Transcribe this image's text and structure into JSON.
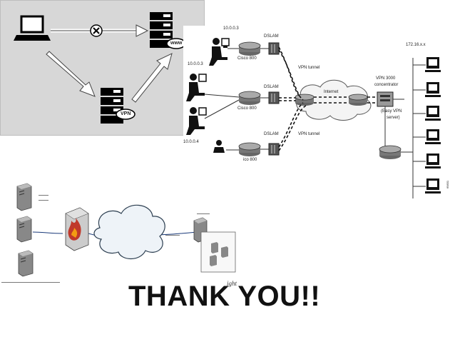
{
  "slide": {
    "thank_you": "THANK YOU!!",
    "logo_text": "ight"
  },
  "panel1": {
    "www_label": "www",
    "vpn_label": "VPN"
  },
  "panel2": {
    "ip_top": "10.0.0.3",
    "ip_mid": "10.0.0.3",
    "ip_bottom": "10.0.0.4",
    "dslam_top": "DSLAM",
    "dslam_mid": "DSLAM",
    "dslam_bottom": "DSLAM",
    "router_top": "Cisco 800",
    "router_mid": "Cisco 800",
    "router_bottom": "ico 800",
    "vpn_tunnel_top": "VPN tunnel",
    "vpn_tunnel_bottom": "VPN tunnel",
    "internet": "Internet",
    "vpn3000_line1": "VPN 3000",
    "vpn3000_line2": "concentrator",
    "easy_vpn_line1": "(Easy VPN",
    "easy_vpn_line2": "server)",
    "subnet": "172.16.x.x",
    "figure_id": "69831"
  },
  "colors": {
    "panel1_bg": "#d7d7d7",
    "firewall": "#c0392b",
    "cloud_fill": "#eef3f8"
  }
}
